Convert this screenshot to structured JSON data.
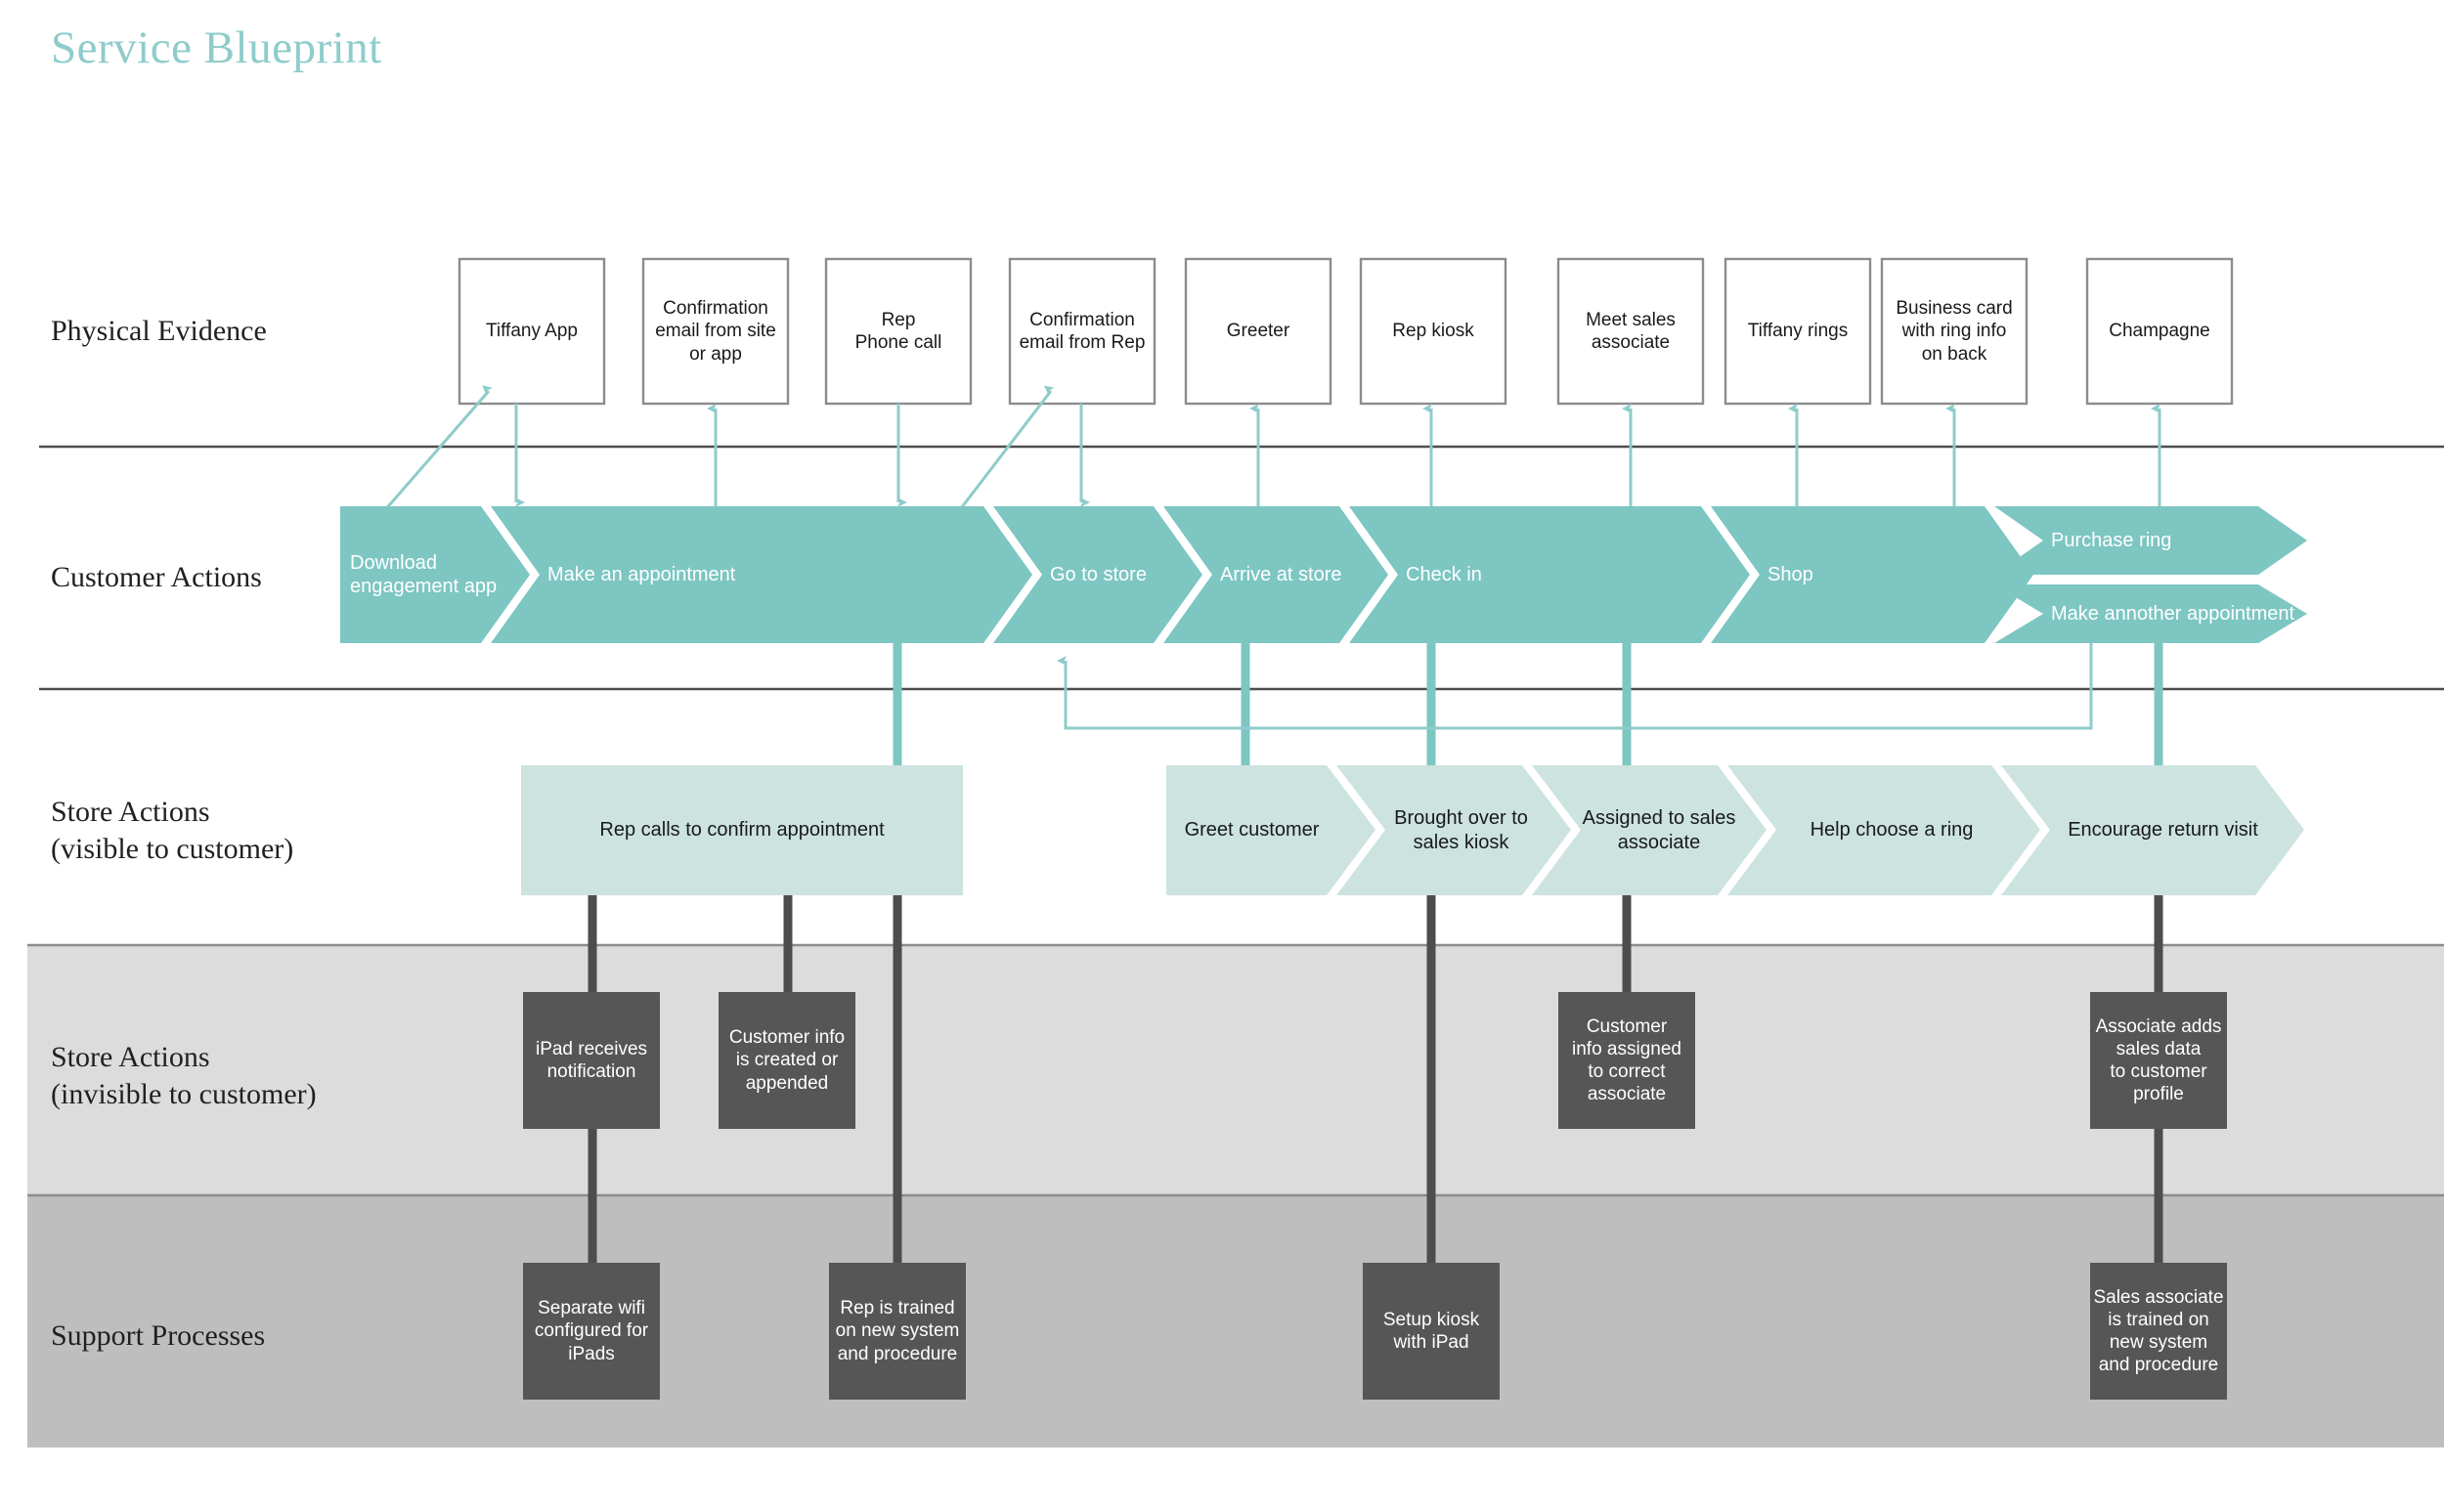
{
  "title": "Service Blueprint",
  "colors": {
    "teal_dark": "#7dc6c2",
    "teal_light": "#cce3df",
    "teal_title": "#8ecccb",
    "teal_line": "#8ecccb",
    "box_dark": "#565656",
    "band_light_gray": "#dcdcdc",
    "band_dark_gray": "#bebebe",
    "divider": "#4d4d4d",
    "pe_border": "#8c8c8c"
  },
  "rows": [
    {
      "key": "physical_evidence",
      "label": "Physical Evidence"
    },
    {
      "key": "customer_actions",
      "label": "Customer Actions"
    },
    {
      "key": "store_actions_visible",
      "label": "Store Actions\n(visible to customer)"
    },
    {
      "key": "store_actions_invisible",
      "label": "Store Actions\n(invisible to customer)"
    },
    {
      "key": "support_processes",
      "label": "Support Processes"
    }
  ],
  "physical_evidence": [
    {
      "id": "pe-tiffany-app",
      "text": "Tiffany App"
    },
    {
      "id": "pe-confirmation-email-site",
      "text": "Confirmation\nemail from site\nor app"
    },
    {
      "id": "pe-rep-phone-call",
      "text": "Rep\nPhone call"
    },
    {
      "id": "pe-confirmation-email-rep",
      "text": "Confirmation\nemail from Rep"
    },
    {
      "id": "pe-greeter",
      "text": "Greeter"
    },
    {
      "id": "pe-rep-kiosk",
      "text": "Rep kiosk"
    },
    {
      "id": "pe-meet-sales-associate",
      "text": "Meet sales\nassociate"
    },
    {
      "id": "pe-tiffany-rings",
      "text": "Tiffany rings"
    },
    {
      "id": "pe-business-card",
      "text": "Business card\nwith ring info\non back"
    },
    {
      "id": "pe-champagne",
      "text": "Champagne"
    }
  ],
  "customer_actions": [
    {
      "id": "ca-download-app",
      "text": "Download\nengagement app"
    },
    {
      "id": "ca-make-appointment",
      "text": "Make an appointment"
    },
    {
      "id": "ca-go-to-store",
      "text": "Go to store"
    },
    {
      "id": "ca-arrive-at-store",
      "text": "Arrive at store"
    },
    {
      "id": "ca-check-in",
      "text": "Check in"
    },
    {
      "id": "ca-shop",
      "text": "Shop"
    },
    {
      "id": "ca-purchase-ring",
      "text": "Purchase ring"
    },
    {
      "id": "ca-make-another-appointment",
      "text": "Make annother appointment"
    }
  ],
  "store_actions_visible": [
    {
      "id": "sav-rep-calls-confirm",
      "text": "Rep calls to confirm appointment"
    },
    {
      "id": "sav-greet-customer",
      "text": "Greet customer"
    },
    {
      "id": "sav-brought-over-kiosk",
      "text": "Brought over to\nsales kiosk"
    },
    {
      "id": "sav-assigned-associate",
      "text": "Assigned to sales\nassociate"
    },
    {
      "id": "sav-help-choose-ring",
      "text": "Help choose a ring"
    },
    {
      "id": "sav-encourage-return",
      "text": "Encourage return visit"
    }
  ],
  "store_actions_invisible": [
    {
      "id": "sai-ipad-notification",
      "text": "iPad receives\nnotification"
    },
    {
      "id": "sai-customer-info-created",
      "text": "Customer info\nis created or\nappended"
    },
    {
      "id": "sai-info-assigned",
      "text": "Customer\ninfo assigned\nto correct\nassociate"
    },
    {
      "id": "sai-associate-adds-data",
      "text": "Associate adds\nsales data\nto customer\nprofile"
    }
  ],
  "support_processes": [
    {
      "id": "sp-separate-wifi",
      "text": "Separate wifi\nconfigured for\niPads"
    },
    {
      "id": "sp-rep-trained",
      "text": "Rep is trained\non new system\nand procedure"
    },
    {
      "id": "sp-setup-kiosk",
      "text": "Setup kiosk\nwith iPad"
    },
    {
      "id": "sp-sales-associate-trained",
      "text": "Sales associate\nis trained on\nnew system\nand procedure"
    }
  ]
}
